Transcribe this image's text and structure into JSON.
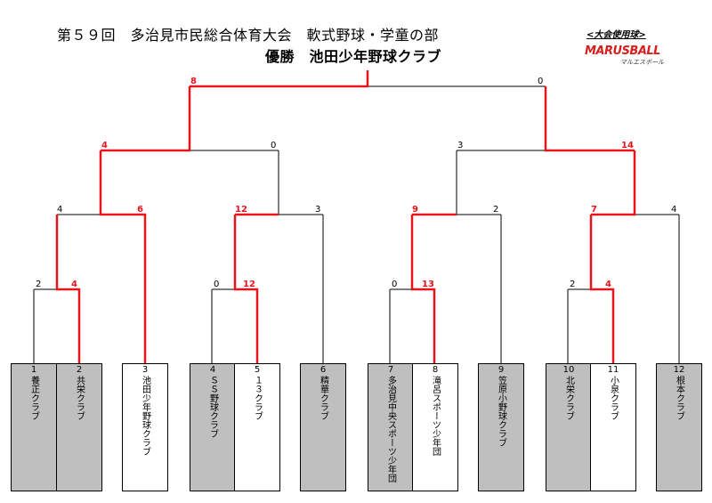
{
  "header": {
    "title": "第５９回　多治見市民総合体育大会　軟式野球・学童の部",
    "winner": "優勝　池田少年野球クラブ",
    "ball_heading": "<大会使用球>",
    "logo_brand": "MARUSBALL",
    "logo_sub": "マルエスボール"
  },
  "colors": {
    "win_line": "#e8141c",
    "line": "#000000",
    "gray_box": "#bfbfbf"
  },
  "teams": [
    {
      "num": "1",
      "name": "養正クラブ",
      "shade": "gray"
    },
    {
      "num": "2",
      "name": "共栄クラブ",
      "shade": "gray"
    },
    {
      "num": "3",
      "name": "池田少年野球クラブ",
      "shade": "white"
    },
    {
      "num": "4",
      "name": "ＳＳ野球クラブ",
      "shade": "gray"
    },
    {
      "num": "5",
      "name": "１３クラブ",
      "shade": "white"
    },
    {
      "num": "6",
      "name": "精華クラブ",
      "shade": "gray"
    },
    {
      "num": "7",
      "name": "多治見中央スポーツ少年団",
      "shade": "gray"
    },
    {
      "num": "8",
      "name": "滝呂スポーツ少年団",
      "shade": "white"
    },
    {
      "num": "9",
      "name": "笠原小野球クラブ",
      "shade": "gray"
    },
    {
      "num": "10",
      "name": "北栄クラブ",
      "shade": "gray"
    },
    {
      "num": "11",
      "name": "小泉クラブ",
      "shade": "white"
    },
    {
      "num": "12",
      "name": "根本クラブ",
      "shade": "gray"
    }
  ],
  "scores": {
    "r1_a_left": "2",
    "r1_a_right": "4",
    "r1_b_left": "0",
    "r1_b_right": "12",
    "r1_c_left": "0",
    "r1_c_right": "13",
    "r1_d_left": "2",
    "r1_d_right": "4",
    "r2_a_left": "4",
    "r2_a_right": "6",
    "r2_b_left": "12",
    "r2_b_right": "3",
    "r2_c_left": "9",
    "r2_c_right": "2",
    "r2_d_left": "7",
    "r2_d_right": "4",
    "sf_left_left": "4",
    "sf_left_right": "0",
    "sf_right_left": "3",
    "sf_right_right": "14",
    "final_left": "8",
    "final_right": "0"
  }
}
